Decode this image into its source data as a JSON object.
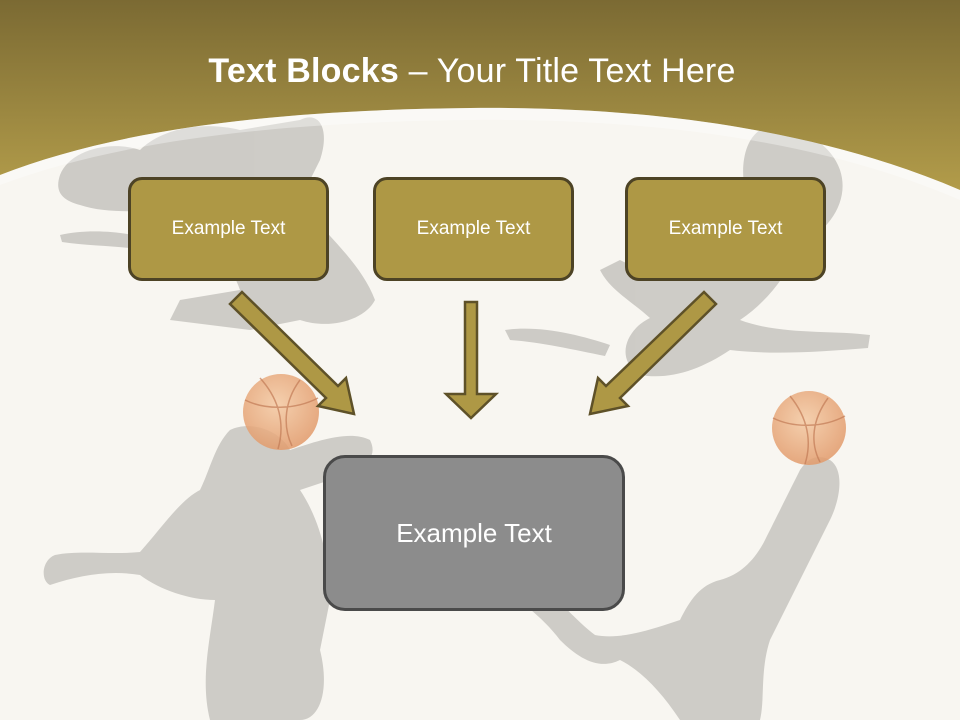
{
  "slide": {
    "title_bold": "Text Blocks",
    "title_rest": " – Your Title Text Here",
    "top_boxes": [
      "Example Text",
      "Example Text",
      "Example Text"
    ],
    "bottom_box": "Example Text"
  },
  "colors": {
    "header_gold": "#a38e45",
    "box_fill": "#ae9845",
    "box_border": "#4d4325",
    "bottom_box_fill": "#8c8c8c",
    "silhouette": "#c9c7c2",
    "basketball": "#e8a878"
  }
}
